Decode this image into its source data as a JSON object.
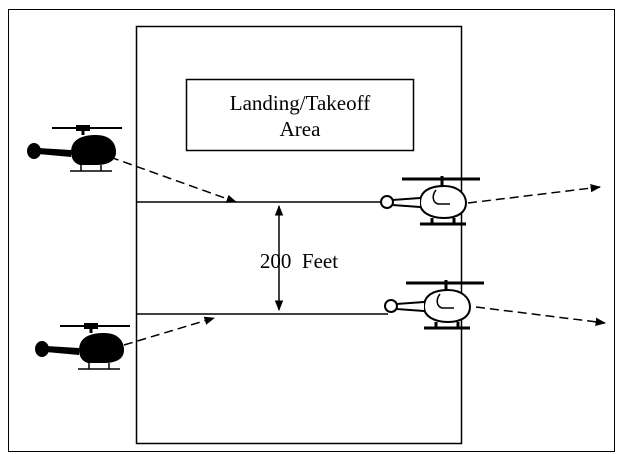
{
  "area_label": {
    "line1": "Landing/Takeoff",
    "line2": "Area"
  },
  "separation_label": "200  Feet",
  "icons": {
    "helicopter_arriving": "helicopter-silhouette-icon",
    "helicopter_departing": "helicopter-outline-icon",
    "dimension": "double-arrow-icon"
  },
  "colors": {
    "stroke": "#000000",
    "background": "#ffffff"
  }
}
